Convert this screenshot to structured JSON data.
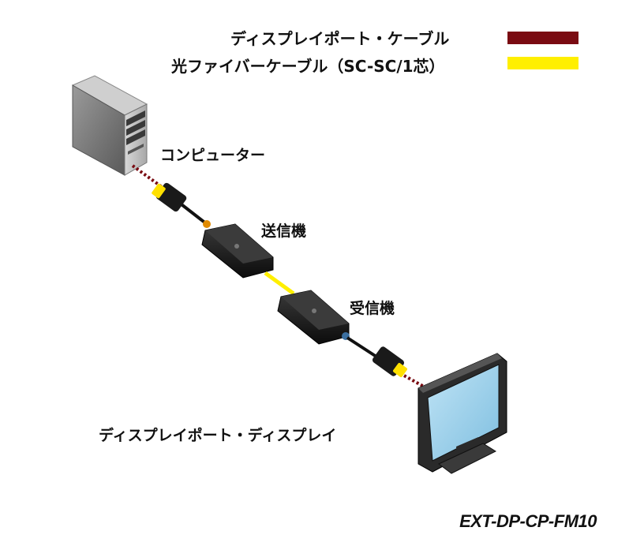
{
  "legend": {
    "items": [
      {
        "label": "ディスプレイポート・ケーブル",
        "color": "#7a0b12"
      },
      {
        "label": "光ファイバーケーブル（SC-SC/1芯）",
        "color": "#ffef00"
      }
    ]
  },
  "labels": {
    "computer": "コンピューター",
    "transmitter": "送信機",
    "receiver": "受信機",
    "display": "ディスプレイポート・ディスプレイ"
  },
  "model": "EXT-DP-CP-FM10"
}
